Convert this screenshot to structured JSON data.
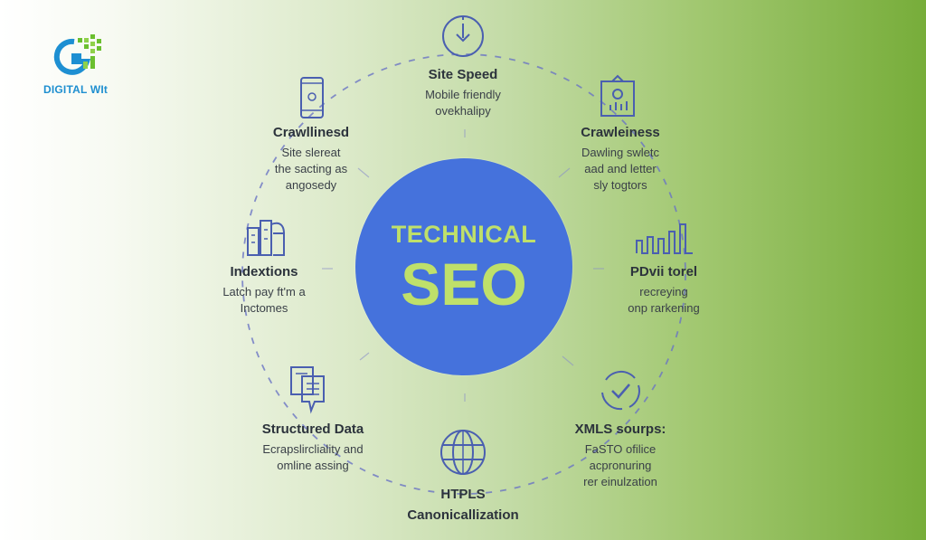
{
  "logo": {
    "text": "DIGITAL WIt"
  },
  "center": {
    "line1": "TECHNICAL",
    "line2": "SEO"
  },
  "nodes": {
    "site_speed": {
      "title": "Site Speed",
      "lines": [
        "Mobile friendly",
        "ovekhalipy"
      ]
    },
    "crawllinesd": {
      "title": "Crawllinesd",
      "lines": [
        "Site slereat",
        "the sacting as",
        "angosedy"
      ]
    },
    "crawleiness": {
      "title": "Crawleiness",
      "lines": [
        "Dawling swletc",
        "aad and letter",
        "sly togtors"
      ]
    },
    "indextions": {
      "title": "Indextions",
      "lines": [
        "Latch pay ft'm a",
        "Inctomes"
      ]
    },
    "pdvii": {
      "title": "PDvii torel",
      "lines": [
        "recreying",
        "onp rarkening"
      ]
    },
    "structured": {
      "title": "Structured Data",
      "lines": [
        "Ecrapslircliality and",
        "omline assing"
      ]
    },
    "xmls": {
      "title": "XMLS sourps:",
      "lines": [
        "FaSTO ofilice",
        "acpronuring",
        "rer einulzation"
      ]
    },
    "htpls": {
      "title": "HTPLS",
      "lines": [
        "Canonicallization"
      ]
    }
  },
  "colors": {
    "center": "#4572dc",
    "center_text": "#bfe06a",
    "icon": "#4a5fb0",
    "dash": "#6a74c4"
  }
}
